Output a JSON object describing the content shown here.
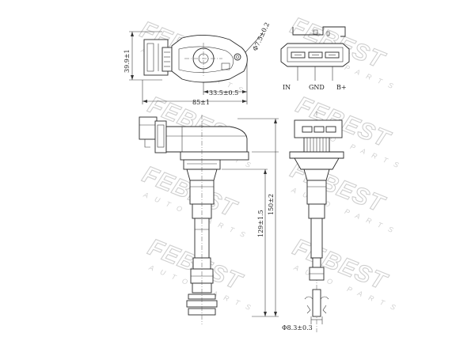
{
  "watermark": {
    "brand": "FEBEST",
    "sub": "AUTO PARTS"
  },
  "dimensions": {
    "height_top": "39.9±1",
    "hole_dia": "Φ7.5±0.2",
    "offset": "33.5±0.5",
    "width": "85±1",
    "length_inner": "129±1.5",
    "length_total": "150±2",
    "tip_dia": "Φ8.3±0.3"
  },
  "connector": {
    "pins": [
      "IN",
      "GND",
      "B+"
    ]
  }
}
